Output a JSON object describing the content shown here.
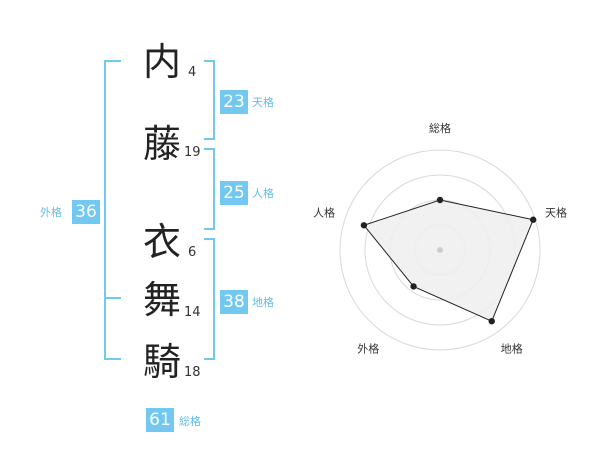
{
  "name": {
    "characters": [
      {
        "char": "内",
        "strokes": "4"
      },
      {
        "char": "藤",
        "strokes": "19"
      },
      {
        "char": "衣",
        "strokes": "6"
      },
      {
        "char": "舞",
        "strokes": "14"
      },
      {
        "char": "騎",
        "strokes": "18"
      }
    ]
  },
  "scores": {
    "tenkaku": {
      "value": "23",
      "label": "天格"
    },
    "jinkaku": {
      "value": "25",
      "label": "人格"
    },
    "chikaku": {
      "value": "38",
      "label": "地格"
    },
    "gaikaku": {
      "value": "36",
      "label": "外格"
    },
    "soukaku": {
      "value": "61",
      "label": "総格"
    }
  },
  "colors": {
    "accent": "#73c8f2",
    "accent_text": "#60bdec",
    "radar_fill": "#efefef"
  },
  "chart_data": {
    "type": "radar",
    "axes": [
      "総格",
      "天格",
      "地格",
      "外格",
      "人格"
    ],
    "values": [
      0.5,
      0.98,
      0.88,
      0.45,
      0.8
    ],
    "rings": 4,
    "grid": true
  }
}
